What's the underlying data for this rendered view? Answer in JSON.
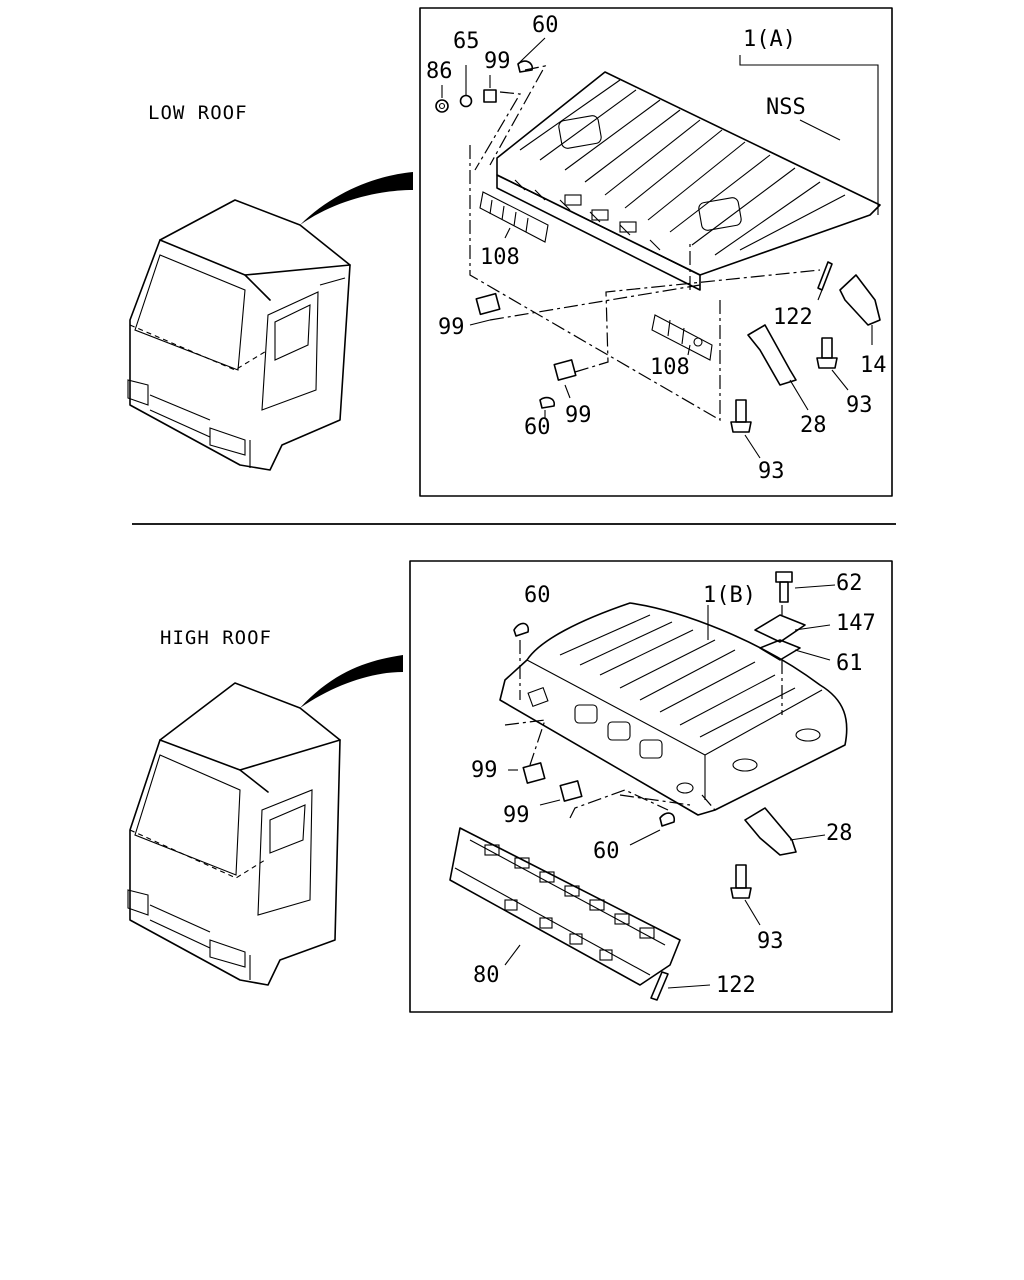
{
  "sections": [
    {
      "caption": "LOW ROOF",
      "assembly": "1(A)",
      "note": "NSS",
      "callouts": {
        "c86": "86",
        "c65": "65",
        "c99a": "99",
        "c60a": "60",
        "c108a": "108",
        "c99b": "99",
        "c108b": "108",
        "c122": "122",
        "c14": "14",
        "c93a": "93",
        "c28": "28",
        "c60b": "60",
        "c99c": "99",
        "c93b": "93"
      }
    },
    {
      "caption": "HIGH ROOF",
      "assembly": "1(B)",
      "callouts": {
        "c60a": "60",
        "c62": "62",
        "c147": "147",
        "c61": "61",
        "c99a": "99",
        "c99b": "99",
        "c60b": "60",
        "c28": "28",
        "c93": "93",
        "c80": "80",
        "c122": "122"
      }
    }
  ],
  "colors": {
    "ink": "#000000",
    "paper": "#ffffff"
  }
}
